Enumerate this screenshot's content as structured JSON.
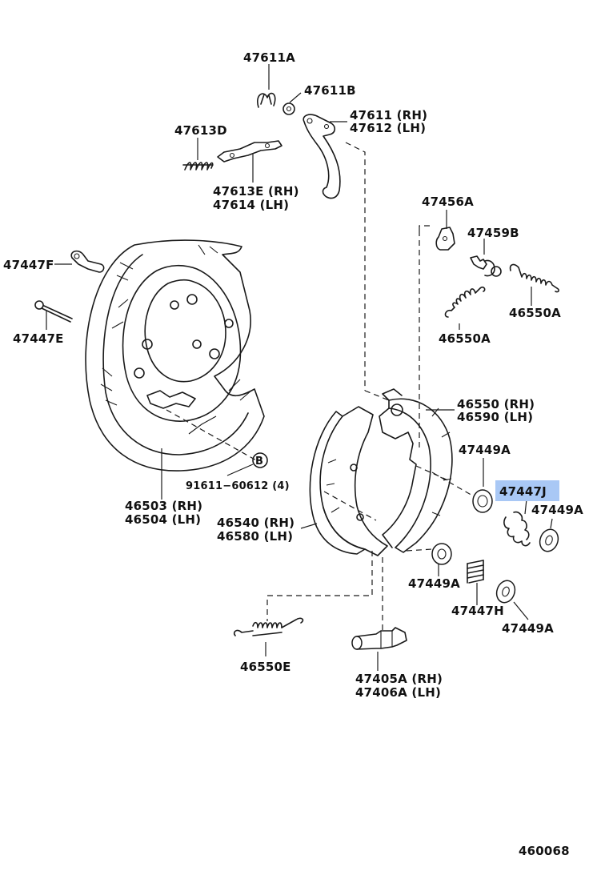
{
  "diagram_id": "460068",
  "highlight_color": "#a9c8f5",
  "labels": {
    "l_47611A": "47611A",
    "l_47611B": "47611B",
    "l_47611": "47611 (RH)",
    "l_47612": "47612 (LH)",
    "l_47613D": "47613D",
    "l_47613E": "47613E (RH)",
    "l_47614": "47614   (LH)",
    "l_47447F": "47447F",
    "l_47447E": "47447E",
    "l_47456A": "47456A",
    "l_47459B": "47459B",
    "l_46550A_1": "46550A",
    "l_46550A_2": "46550A",
    "l_46550": "46550 (RH)",
    "l_46590": "46590 (LH)",
    "l_47449A_1": "47449A",
    "l_47447J": "47447J",
    "l_47449A_2": "47449A",
    "l_47449A_3": "47449A",
    "l_47447H": "47447H",
    "l_47449A_4": "47449A",
    "l_B": "B",
    "l_91611": "91611−60612 (4)",
    "l_46503": "46503 (RH)",
    "l_46504": "46504 (LH)",
    "l_46540": "46540 (RH)",
    "l_46580": "46580 (LH)",
    "l_46550E": "46550E",
    "l_47405A": "47405A (RH)",
    "l_47406A": "47406A (LH)"
  }
}
